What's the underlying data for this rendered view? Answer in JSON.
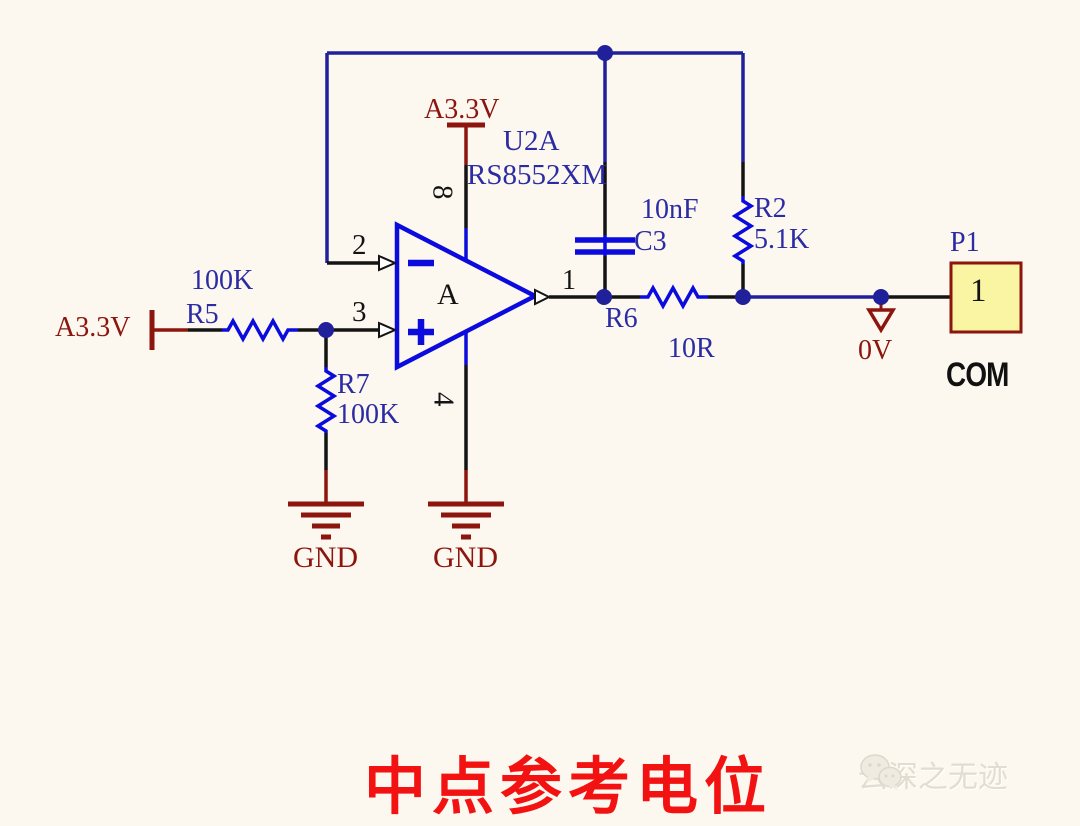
{
  "colors": {
    "background": "#FCF8EF",
    "wire_blue": "#20209B",
    "symbol_blue": "#0B0BDE",
    "label_blue": "#2B2BA4",
    "dark_red": "#8C150D",
    "pin_black": "#141414",
    "title_red": "#F31212",
    "connector_fill": "#FAF5A3"
  },
  "schematic": {
    "power_rails": {
      "left_label": "A3.3V",
      "top_label": "A3.3V",
      "zero_volt_label": "0V",
      "gnd_left_label": "GND",
      "gnd_right_label": "GND"
    },
    "opamp": {
      "designator": "U2A",
      "part_number": "RS8552XM",
      "gate_letter": "A",
      "pin_inverting": "2",
      "pin_non_inverting": "3",
      "pin_output": "1",
      "pin_v_plus": "8",
      "pin_v_minus": "4"
    },
    "resistors": {
      "r5": {
        "ref": "R5",
        "value": "100K"
      },
      "r7": {
        "ref": "R7",
        "value": "100K"
      },
      "r6": {
        "ref": "R6",
        "value": "10R"
      },
      "r2": {
        "ref": "R2",
        "value": "5.1K"
      }
    },
    "capacitor": {
      "ref": "C3",
      "value": "10nF"
    },
    "connector": {
      "designator": "P1",
      "pin_number": "1",
      "net_name": "COM"
    }
  },
  "caption": {
    "text": "中点参考电位"
  },
  "watermark": {
    "text": "云深之无迹",
    "icon": "wechat-icon"
  }
}
